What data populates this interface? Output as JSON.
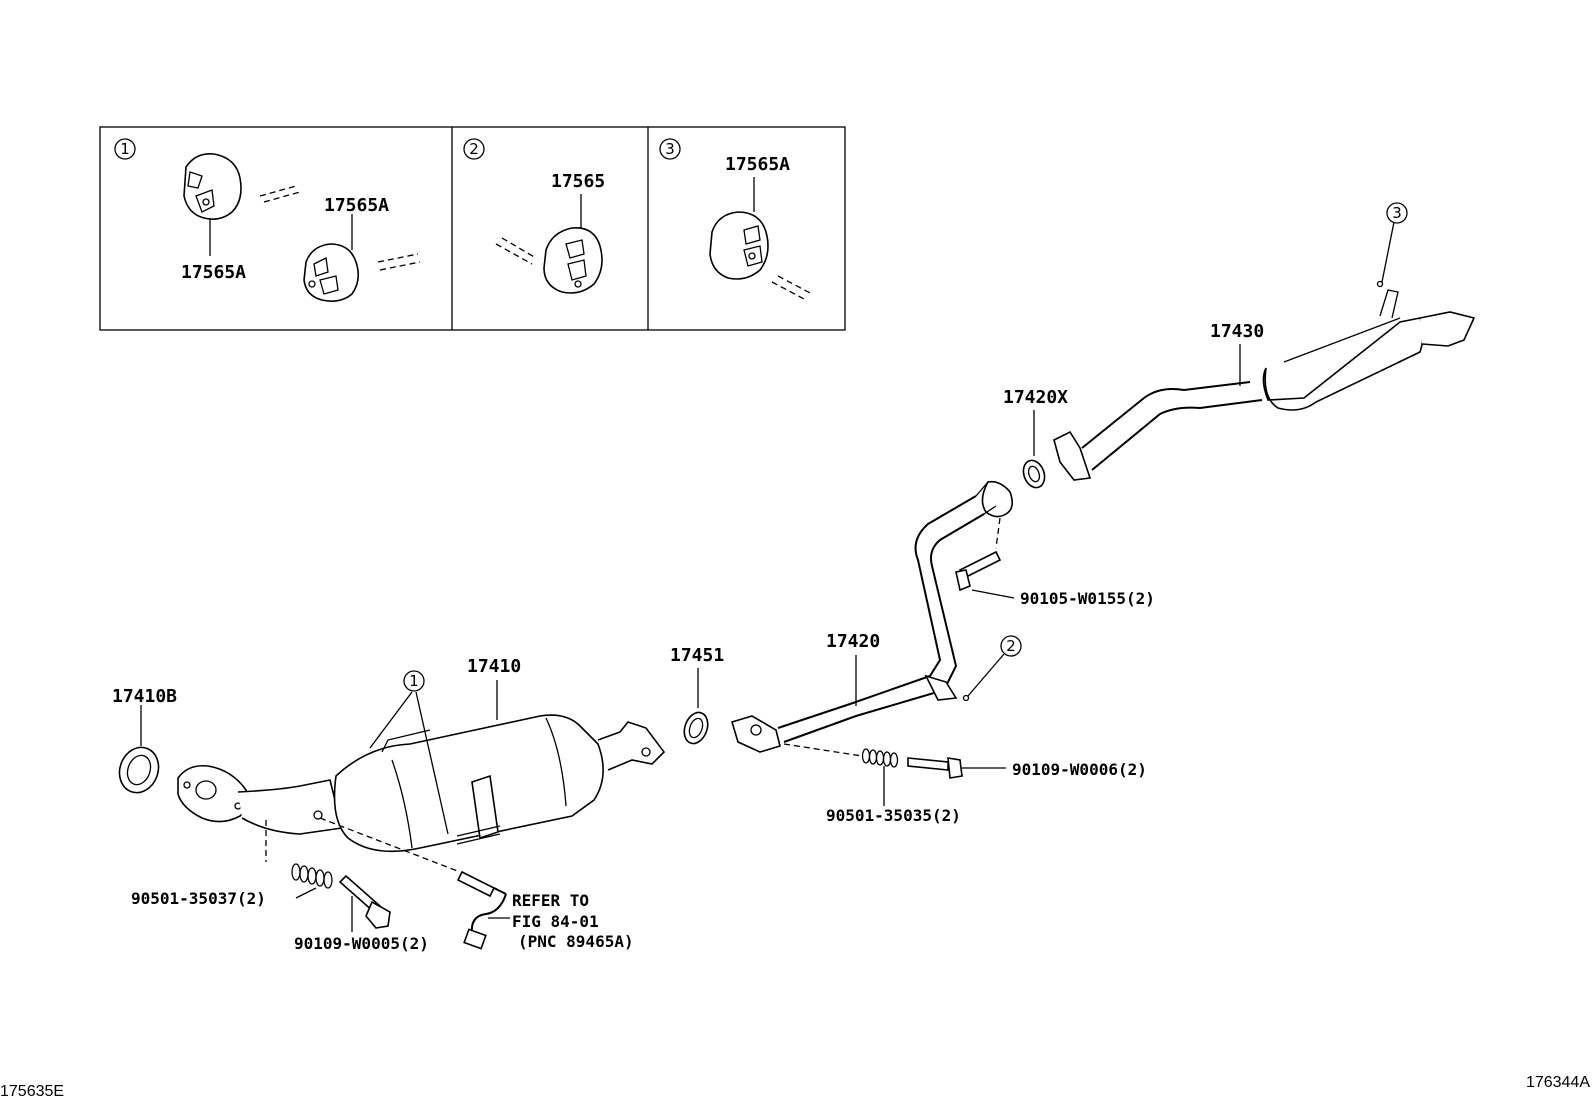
{
  "insets": [
    {
      "num": "1",
      "labels": [
        "17565A",
        "17565A"
      ]
    },
    {
      "num": "2",
      "labels": [
        "17565"
      ]
    },
    {
      "num": "3",
      "labels": [
        "17565A"
      ]
    }
  ],
  "parts": {
    "p17410B": "17410B",
    "p17410": "17410",
    "p17451": "17451",
    "p17420": "17420",
    "p17420X": "17420X",
    "p17430": "17430",
    "b90501_35037": "90501-35037(2)",
    "b90109_W0005": "90109-W0005(2)",
    "b90501_35035": "90501-35035(2)",
    "b90109_W0006": "90109-W0006(2)",
    "b90105_W0155": "90105-W0155(2)"
  },
  "callouts": {
    "c1": "1",
    "c2": "2",
    "c3": "3"
  },
  "refer": [
    "REFER TO",
    "FIG 84-01",
    "(PNC 89465A)"
  ],
  "corner_left": "175635E",
  "corner_right": "176344A"
}
